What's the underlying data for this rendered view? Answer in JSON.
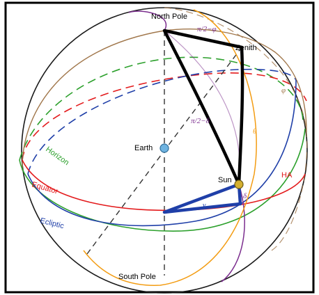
{
  "labels": {
    "north_pole": "North Pole",
    "south_pole": "South Pole",
    "zenith": "Zenith",
    "earth": "Earth",
    "sun": "Sun",
    "horizon": "Horizon",
    "equator": "Equator",
    "ecliptic": "Ecliptic",
    "ha": "HA",
    "colatitude": "π/2−φ",
    "codeclination": "π/2−δ",
    "zenith_angle": "θ",
    "phi": "φ",
    "delta": "δ",
    "gamma": "γ"
  },
  "colors": {
    "background": "#ffffff",
    "frame": "#000000",
    "sphere_outline": "#1a1a1a",
    "horizon": "#2ca02c",
    "equator": "#e31a1c",
    "ecliptic": "#1f3fa8",
    "meridian_through_poles": "#7b2d8e",
    "meridian_through_sun": "#f39c12",
    "brown_circle": "#a0764a",
    "spherical_triangle": "#000000",
    "sun_triangle": "#1f3fa8",
    "earth": "#6fb3e0",
    "sun": "#d4b030",
    "axis_dashed": "#333333"
  },
  "icons": {
    "earth": "earth-dot-icon",
    "sun": "sun-dot-icon"
  }
}
